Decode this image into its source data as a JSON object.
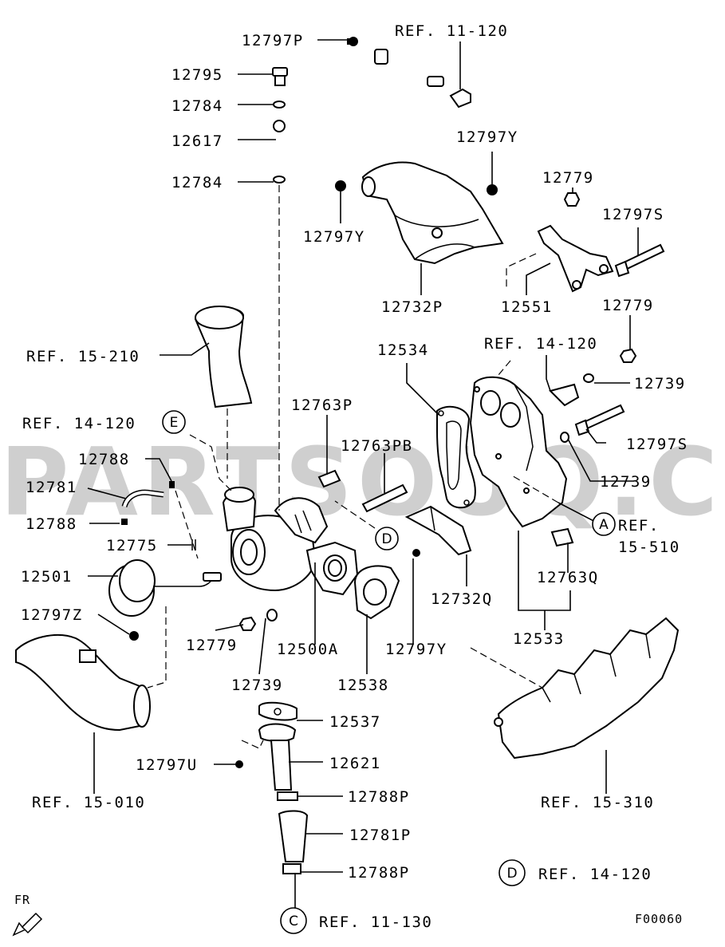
{
  "watermark": "PARTSOUQ.COM",
  "figure_code": "F00060",
  "fr_label": "FR",
  "callouts": {
    "A": "A",
    "C": "C",
    "D": "D",
    "E": "E"
  },
  "labels": {
    "p12797P": "12797P",
    "ref11_120": "REF. 11-120",
    "p12795": "12795",
    "p12784a": "12784",
    "p12617": "12617",
    "p12797Y_top": "12797Y",
    "p12784b": "12784",
    "p12779_top": "12779",
    "p12797Y_left": "12797Y",
    "p12797S_top": "12797S",
    "p12732P": "12732P",
    "p12551": "12551",
    "p12779_mid": "12779",
    "ref15_210": "REF. 15-210",
    "p12534": "12534",
    "ref14_120_right": "REF. 14-120",
    "p12739_right": "12739",
    "p12763P": "12763P",
    "ref14_120_left": "REF. 14-120",
    "p12797S_mid": "12797S",
    "p12788_top": "12788",
    "p12763PB": "12763PB",
    "p12739_mid": "12739",
    "p12781": "12781",
    "ref15_510_a": "REF.",
    "ref15_510_b": "15-510",
    "p12788_mid": "12788",
    "p12775": "12775",
    "p12501": "12501",
    "p12763Q": "12763Q",
    "p12732Q": "12732Q",
    "p12797Z": "12797Z",
    "p12779_low": "12779",
    "p12500A": "12500A",
    "p12797Y_low": "12797Y",
    "p12533": "12533",
    "p12739_low": "12739",
    "p12538": "12538",
    "p12537": "12537",
    "p12797U": "12797U",
    "p12621": "12621",
    "ref15_010": "REF. 15-010",
    "p12788P_a": "12788P",
    "ref15_310": "REF. 15-310",
    "p12781P": "12781P",
    "ref14_120_legend": "REF. 14-120",
    "p12788P_b": "12788P",
    "ref11_130": "REF. 11-130"
  }
}
